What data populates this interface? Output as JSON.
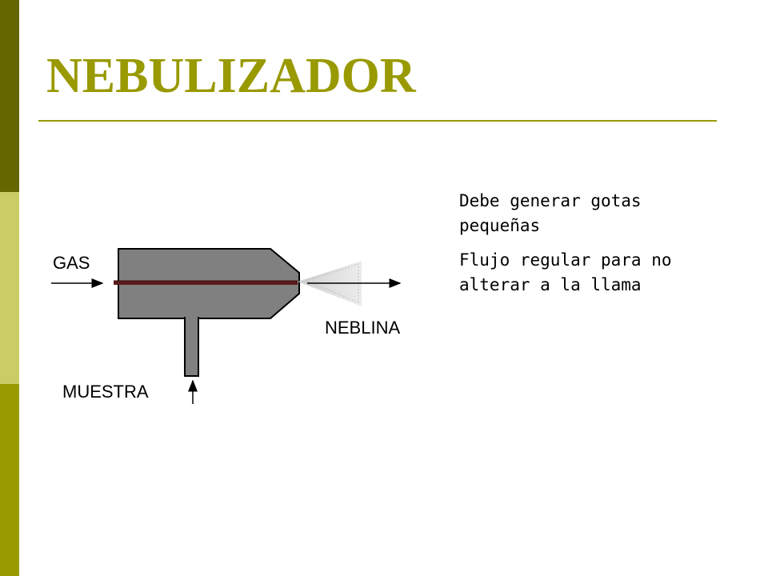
{
  "slide": {
    "title": "NEBULIZADOR",
    "bullets": [
      "Debe generar gotas pequeñas",
      "Flujo regular para no alterar a la llama"
    ]
  },
  "diagram": {
    "labels": {
      "gas": "GAS",
      "muestra": "MUESTRA",
      "neblina": "NEBLINA"
    }
  },
  "colors": {
    "title": "#999900",
    "sidebar_dark": "#666600",
    "sidebar_light": "#cccc66",
    "sidebar_mid": "#999900",
    "body_gray": "#808080",
    "capillary": "#5a1a1a"
  }
}
